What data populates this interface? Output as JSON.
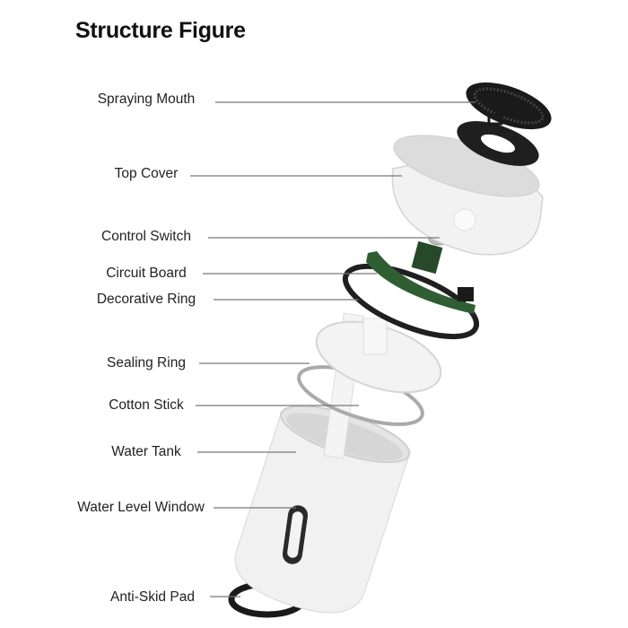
{
  "title": "Structure Figure",
  "labels": [
    "Spraying Mouth",
    "Top Cover",
    "Control Switch",
    "Circuit Board",
    "Decorative Ring",
    "Sealing Ring",
    "Cotton Stick",
    "Water Tank",
    "Water Level Window",
    "Anti-Skid Pad"
  ],
  "colors": {
    "board_green": "#2f5e33",
    "leader_line": "#777777",
    "black_parts": "#1a1a1a"
  }
}
